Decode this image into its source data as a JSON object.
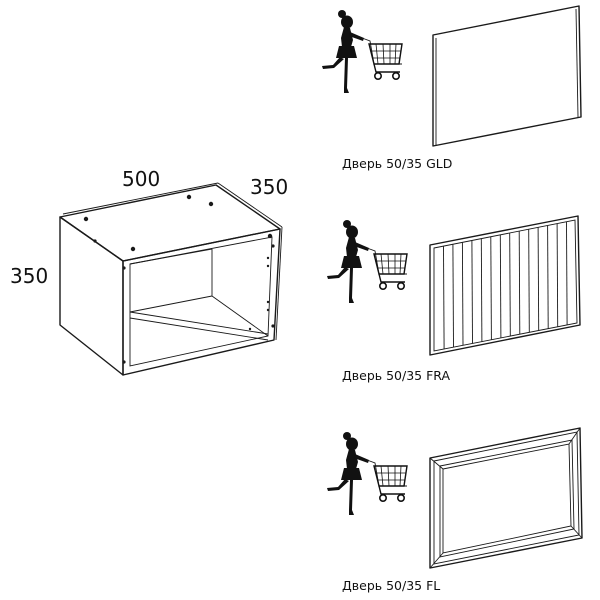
{
  "cabinet": {
    "width_label": "500",
    "depth_label": "350",
    "height_label": "350"
  },
  "doors": [
    {
      "caption": "Дверь 50/35 GLD",
      "style": "flat"
    },
    {
      "caption": "Дверь 50/35 FRA",
      "style": "vertical-panels"
    },
    {
      "caption": "Дверь 50/35 FL",
      "style": "framed"
    }
  ],
  "icons": [
    "shopper-with-cart-icon",
    "cabinet-drawing",
    "door-drawing"
  ]
}
